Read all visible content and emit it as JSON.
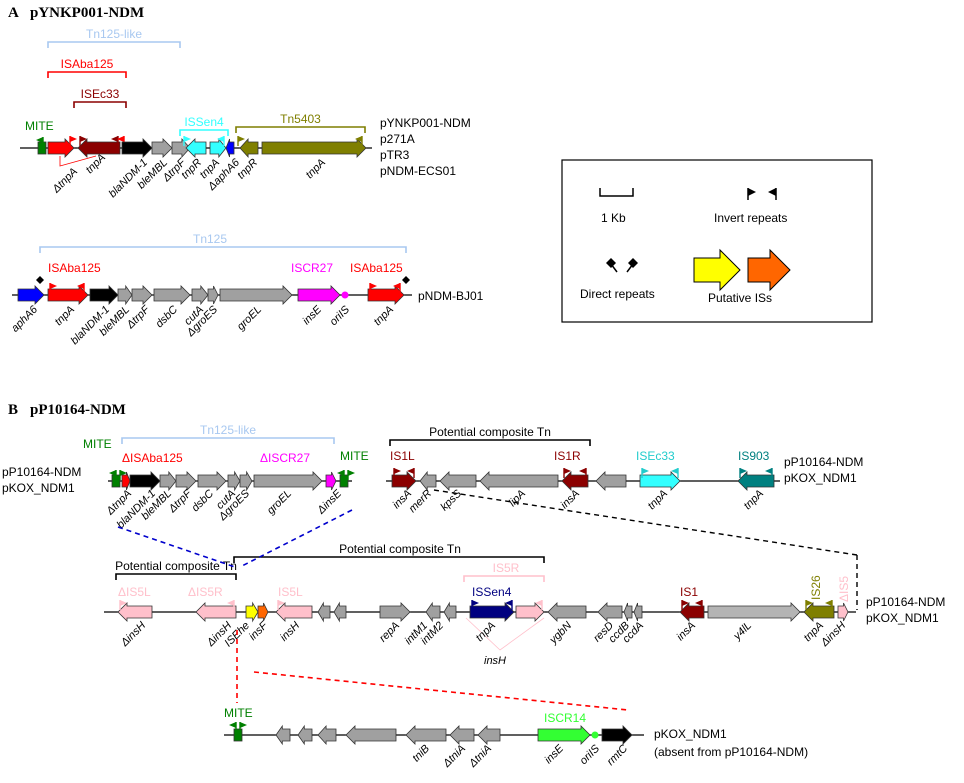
{
  "panels": {
    "a_letter": "A",
    "a_title": "pYNKP001-NDM",
    "b_letter": "B",
    "b_title": "pP10164-NDM"
  },
  "colors": {
    "red": "#ff0000",
    "darkred": "#8b0000",
    "grey": "#a0a0a0",
    "black": "#000000",
    "cyan": "#33ffff",
    "olive": "#7f7f00",
    "blue": "#0000ff",
    "magenta": "#ff00ff",
    "green": "#008000",
    "pink": "#ffc0cb",
    "navy": "#000080",
    "teal": "#008080",
    "lime": "#33ff33",
    "orange": "#ff6600",
    "yellow": "#ffff00",
    "lightblue": "#a8c8f0"
  },
  "legend": {
    "scale": "1 Kb",
    "invert": "Invert repeats",
    "direct": "Direct repeats",
    "putative": "Putative ISs"
  },
  "row1": {
    "labels": [
      "pYNKP001-NDM",
      "p271A",
      "pTR3",
      "pNDM-ECS01"
    ],
    "brackets": {
      "tn125like": "Tn125-like",
      "isaba125": "ISAba125",
      "isec33": "ISEc33",
      "issen4": "ISSen4",
      "tn5403": "Tn5403"
    },
    "mite": "MITE",
    "genes": {
      "tnpA_a": "tnpA",
      "dtnpA": "ΔtnpA",
      "bla": "blaNDM-1",
      "ble": "bleMBL",
      "dtrpF": "ΔtrpF",
      "tnpR": "tnpR",
      "tnpA_b": "tnpA",
      "daphA6": "ΔaphA6",
      "tnpR2": "tnpR",
      "tnpA_c": "tnpA"
    }
  },
  "row2": {
    "label": "pNDM-BJ01",
    "brackets": {
      "tn125": "Tn125",
      "isaba125a": "ISAba125",
      "iscr27": "ISCR27",
      "isaba125b": "ISAba125"
    },
    "genes": {
      "aphA6": "aphA6",
      "tnpA1": "tnpA",
      "bla": "blaNDM-1",
      "ble": "bleMBL",
      "dtrpF": "ΔtrpF",
      "dsbC": "dsbC",
      "cutA": "cutA",
      "dgroES": "ΔgroES",
      "groEL": "groEL",
      "insE": "insE",
      "oriIS": "oriIS",
      "tnpA2": "tnpA"
    }
  },
  "row3": {
    "labels": [
      "pP10164-NDM",
      "pKOX_NDM1"
    ],
    "right_labels": [
      "pP10164-NDM",
      "pKOX_NDM1"
    ],
    "mite_l": "MITE",
    "mite_r": "MITE",
    "brackets": {
      "tn125like": "Tn125-like",
      "disaba125": "ΔISAba125",
      "discr27": "ΔISCR27",
      "potential": "Potential composite Tn",
      "is1l": "IS1L",
      "is1r": "IS1R",
      "isec33": "ISEc33",
      "is903": "IS903"
    },
    "genes": {
      "dtnpA": "ΔtnpA",
      "bla": "blaNDM-1",
      "ble": "bleMBL",
      "dtrpF": "ΔtrpF",
      "dsbC": "dsbC",
      "cutA": "cutA",
      "dgroES": "ΔgroES",
      "groEL": "groEL",
      "dinsE": "ΔinsE",
      "insA1": "insA",
      "merR": "merR",
      "kpsS": "kpsS",
      "lipA": "lipA",
      "insA2": "insA",
      "tnpA1": "tnpA",
      "tnpA2": "tnpA"
    }
  },
  "row4": {
    "labels": [
      "pP10164-NDM",
      "pKOX_NDM1"
    ],
    "brackets": {
      "potential1": "Potential composite Tn",
      "potential2": "Potential composite Tn",
      "dis5l": "ΔIS5L",
      "dis5r": "ΔIS5R",
      "is5l": "IS5L",
      "is5r": "IS5R",
      "issen4": "ISSen4",
      "is1": "IS1",
      "is26": "IS26",
      "dis5": "ΔIS5"
    },
    "genes": {
      "dinsH1": "ΔinsH",
      "dinsH2": "ΔinsH",
      "isehe": "ISEhe",
      "insF": "insF",
      "insH": "insH",
      "repA": "repA",
      "intM1": "intM1",
      "intM2": "intM2",
      "tnpA": "tnpA",
      "insH2": "insH",
      "ygbN": "ygbN",
      "resD": "resD",
      "ccdB": "ccdB",
      "ccdA": "ccdA",
      "insA": "insA",
      "y4lL": "y4lL",
      "tnpA2": "tnpA",
      "dinsH3": "ΔinsH"
    }
  },
  "row5": {
    "labels": [
      "pKOX_NDM1",
      "(absent from pP10164-NDM)"
    ],
    "mite": "MITE",
    "brackets": {
      "iscr14": "ISCR14"
    },
    "genes": {
      "tniB": "tniB",
      "dtniA1": "ΔtniA",
      "dtniA2": "ΔtniA",
      "insE": "insE",
      "oriIS": "oriIS",
      "rmtC": "rmtC"
    }
  }
}
